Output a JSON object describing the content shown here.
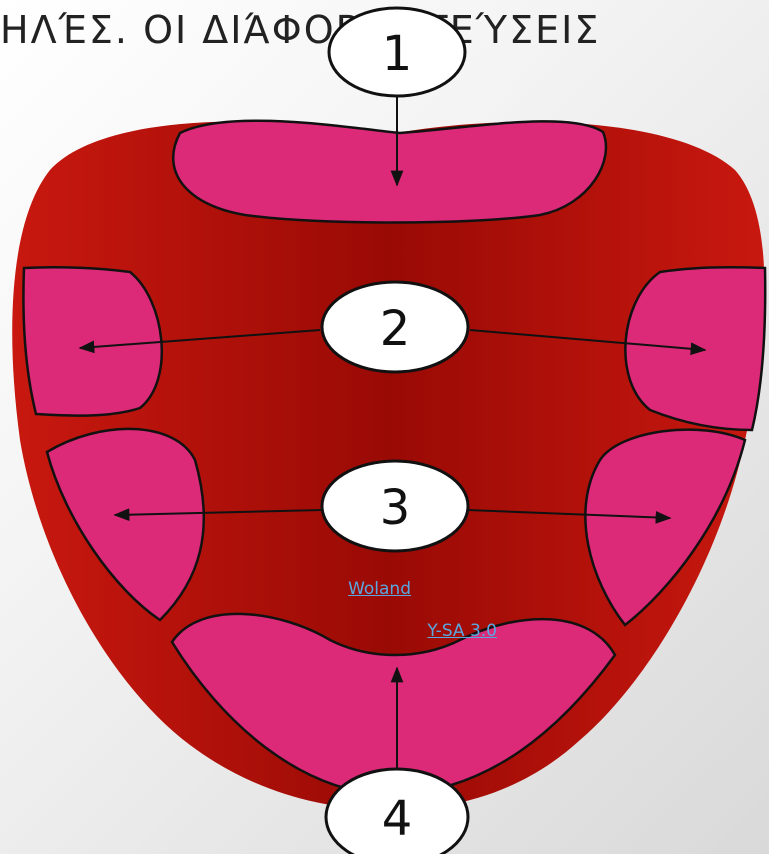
{
  "slide": {
    "title": "ΗΛΈΣ. ΟΙ ΔΙΆΦΟΡΕΣ ΓΕΎΣΕΙΣ",
    "credit_author": "Woland",
    "credit_license": "Y-SA 3.0"
  },
  "diagram": {
    "zones": [
      {
        "label": "1"
      },
      {
        "label": "2"
      },
      {
        "label": "3"
      },
      {
        "label": "4"
      }
    ],
    "colors": {
      "tongue_outer": "#c2180f",
      "tongue_center": "#9a0a05",
      "zone_fill": "#dc2a78",
      "outline": "#111111",
      "circle_fill": "#ffffff"
    }
  }
}
